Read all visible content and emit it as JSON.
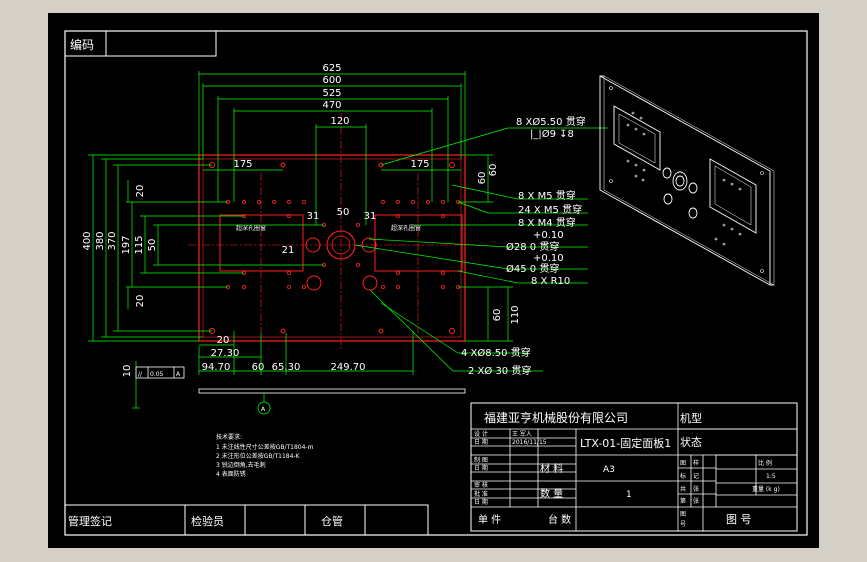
{
  "colors": {
    "background": "#000000",
    "frame": "#ffffff",
    "outline": "#ff2020",
    "dimension": "#00ff00",
    "text": "#ffffff",
    "chrome": "#d4d0c8"
  },
  "corner_label": "编码",
  "dims_top": [
    "625",
    "600",
    "525",
    "470",
    "120"
  ],
  "dims_inner": [
    "175",
    "175",
    "60",
    "50",
    "31",
    "31",
    "21"
  ],
  "dims_left": [
    "400",
    "380",
    "370",
    "197",
    "115",
    "50",
    "20",
    "20"
  ],
  "dims_right": [
    "60",
    "60",
    "110"
  ],
  "dims_bottom": [
    "20",
    "27.30",
    "94.70",
    "60",
    "65.30",
    "249.70"
  ],
  "tolerance": {
    "left_num": "10",
    "symbol": "//",
    "value": "0.05",
    "datum": "A"
  },
  "datum_label": "A",
  "pocket_labels": [
    "超深孔圈窗",
    "超深孔圈窗"
  ],
  "callouts": [
    "8 XØ5.50 贯穿",
    "|_|Ø9 ↧8",
    "8 X M5 贯穿",
    "24 X M5 贯穿",
    "8 X M4 贯穿",
    "+0.10",
    "Ø28  0   贯穿",
    "+0.10",
    "Ø45  0   贯穿",
    "8 X R10",
    "4 XØ8.50 贯穿",
    "2 XØ 30 贯穿"
  ],
  "notes": {
    "title": "技术要求:",
    "lines": [
      "1 未注线性尺寸公差按GB/T1804-m",
      "2 未注形位公差按GB/T1184-K",
      "3 锐边倒角,去毛刺",
      "4 表面防锈"
    ]
  },
  "title_block": {
    "company": "福建亚亨机械股份有限公司",
    "model_label": "机型",
    "status_label": "状态",
    "design_label": "设 计",
    "designer": "王 军人",
    "design_date": "2016/11/15",
    "draw_label": "制 图",
    "date_label": "日 期",
    "review_label": "审 核",
    "date2_label": "日 期",
    "approve_label": "批 准",
    "date3_label": "日 期",
    "part_name": "LTX-01-固定面板1",
    "material_label": "材 料",
    "material": "A3",
    "qty_label": "数 量",
    "qty": "1",
    "single_piece": "单 件",
    "sets_label": "台 数",
    "sheet_label": "图 号",
    "scale_label": "比 例",
    "scale": "1:5",
    "weight_label": "重量 (k g)",
    "side_labels": [
      "图",
      "样",
      "标",
      "记",
      "共",
      "张",
      "第",
      "张",
      "图",
      "号"
    ],
    "col_label": "比  例"
  },
  "bottom_bar": {
    "mgmt_label": "管理签记",
    "inspector_label": "检验员",
    "storage_label": "仓管"
  }
}
